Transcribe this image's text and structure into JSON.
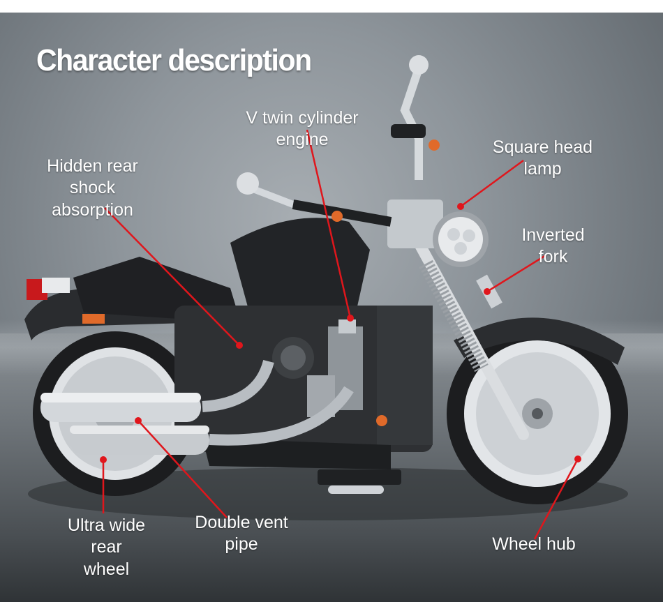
{
  "title": "Character description",
  "callouts": {
    "engine": "V twin cylinder engine",
    "head_lamp": "Square head lamp",
    "shock_line1": "Hidden rear",
    "shock_line2": "shock absorption",
    "fork": "Inverted fork",
    "rear_wheel_line1": "Ultra wide rear",
    "rear_wheel_line2": "wheel",
    "vent_pipe": "Double vent pipe",
    "wheel_hub": "Wheel hub"
  },
  "colors": {
    "leader_line": "#e0161c",
    "label_text": "#ffffff",
    "body_black": "#2b2d30",
    "chrome": "#c9ced2"
  }
}
